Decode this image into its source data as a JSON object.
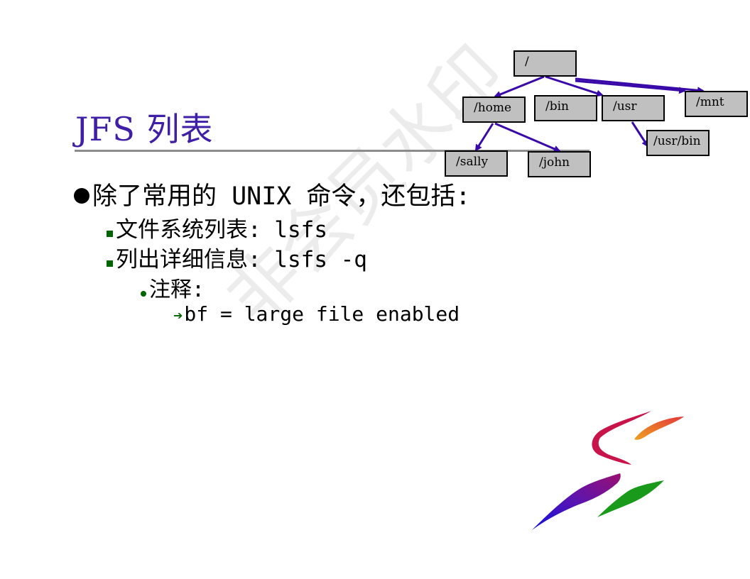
{
  "slide": {
    "title": "JFS 列表",
    "bullet_main": "除了常用的 UNIX 命令，还包括:",
    "sub_items": [
      "文件系统列表: lsfs",
      "列出详细信息: lsfs -q"
    ],
    "note_label": "注释:",
    "note_detail": "bf = large file enabled"
  },
  "tree": {
    "root": "/",
    "home": "/home",
    "bin": "/bin",
    "usr": "/usr",
    "mnt": "/mnt",
    "usr_bin": "/usr/bin",
    "sally": "/sally",
    "john": "/john"
  },
  "watermark": "非会员水印",
  "colors": {
    "title": "#3f1fa6",
    "bullet_green": "#006400",
    "node_fill": "#c0c0c0",
    "edge": "#3a0aa8"
  }
}
